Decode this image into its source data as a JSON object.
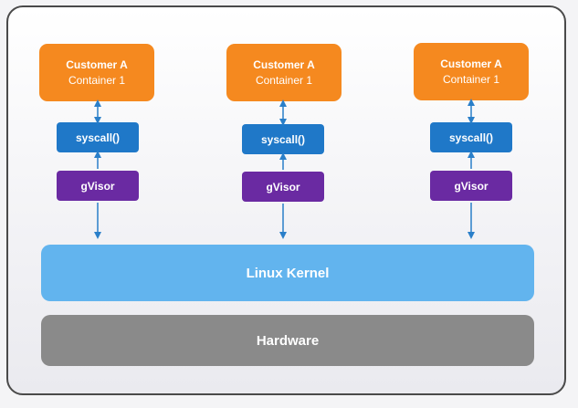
{
  "columns": [
    {
      "container": {
        "line1": "Customer A",
        "line2": "Container 1"
      },
      "syscall": "syscall()",
      "gvisor": "gVisor"
    },
    {
      "container": {
        "line1": "Customer A",
        "line2": "Container 1"
      },
      "syscall": "syscall()",
      "gvisor": "gVisor"
    },
    {
      "container": {
        "line1": "Customer A",
        "line2": "Container 1"
      },
      "syscall": "syscall()",
      "gvisor": "gVisor"
    }
  ],
  "kernel": {
    "label": "Linux Kernel"
  },
  "hardware": {
    "label": "Hardware"
  },
  "colors": {
    "container": "#f5891f",
    "syscall": "#1f78c8",
    "gvisor": "#6a2aa2",
    "kernel": "#62b4ee",
    "hardware": "#8a8a8a",
    "arrow": "#2a7fc9"
  }
}
